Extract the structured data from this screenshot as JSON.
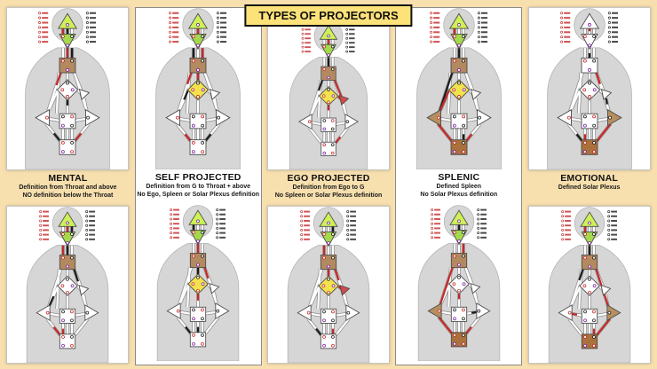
{
  "title": "TYPES OF PROJECTORS",
  "palette": {
    "background": "#f7dfae",
    "banner_bg": "#fde27a",
    "banner_border": "#111111",
    "panel_bg": "#ffffff",
    "panel_border": "#c6c6c6",
    "silhouette": "#d6d6d6",
    "silhouette_stroke": "#b2b2b2",
    "wire_outline": "#8c8c8c",
    "center_stroke": "#4a4a4a",
    "channel_red": "#c62828",
    "channel_black": "#1c1c1c",
    "dot_purple": "#7b1fa2",
    "head": "#cdf157",
    "ajna": "#a5d94c",
    "throat": "#b3895f",
    "g": "#f2e34d",
    "ego": "#d24b4b",
    "spleen": "#b78f5e",
    "solar": "#b78f5e",
    "sacral": "#d04848",
    "root": "#aa713d"
  },
  "columns": [
    {
      "label": "MENTAL",
      "desc": [
        "Definition from Throat and above",
        "NO definition below the Throat"
      ],
      "boxed": false,
      "charts": {
        "top": {
          "defined": [
            "head",
            "ajna",
            "throat"
          ],
          "channels": [
            [
              "hd1",
              "red"
            ],
            [
              "hd2",
              "black"
            ],
            [
              "at2",
              "red"
            ],
            [
              "at3",
              "black"
            ]
          ],
          "stubs": [
            [
              "tsp",
              0,
              0.33,
              "red"
            ],
            [
              "spr",
              0.55,
              1,
              "black"
            ],
            [
              "sor",
              0.55,
              1,
              "red"
            ],
            [
              "gsa",
              0,
              0.4,
              "black"
            ]
          ]
        },
        "bottom": {
          "defined": [
            "head",
            "ajna",
            "throat"
          ],
          "channels": [
            [
              "hd2",
              "red"
            ],
            [
              "hd3",
              "black"
            ],
            [
              "at1",
              "red"
            ],
            [
              "at2",
              "black"
            ]
          ],
          "stubs": [
            [
              "tso",
              0,
              0.33,
              "black"
            ],
            [
              "spr",
              0.5,
              1,
              "red"
            ],
            [
              "sr1",
              0.5,
              1,
              "red"
            ],
            [
              "gsp",
              0.5,
              1,
              "black"
            ]
          ]
        }
      }
    },
    {
      "label": "SELF PROJECTED",
      "desc": [
        "Definition from G to Throat + above",
        "No Ego, Spleen or Solar Plexus definition"
      ],
      "boxed": true,
      "charts": {
        "top": {
          "defined": [
            "head",
            "ajna",
            "throat",
            "g"
          ],
          "channels": [
            [
              "hd2",
              "red"
            ],
            [
              "at1",
              "black"
            ],
            [
              "at3",
              "red"
            ],
            [
              "tg",
              "red"
            ]
          ],
          "stubs": [
            [
              "tsp",
              0,
              0.3,
              "red"
            ],
            [
              "gsp",
              0,
              0.45,
              "black"
            ],
            [
              "spr",
              0.6,
              1,
              "red"
            ],
            [
              "sor",
              0.6,
              1,
              "black"
            ]
          ]
        },
        "bottom": {
          "defined": [
            "head",
            "ajna",
            "throat",
            "g"
          ],
          "channels": [
            [
              "hd1",
              "black"
            ],
            [
              "at2",
              "red"
            ],
            [
              "tg",
              "black"
            ]
          ],
          "stubs": [
            [
              "tso",
              0,
              0.3,
              "red"
            ],
            [
              "gsa",
              0,
              0.5,
              "red"
            ],
            [
              "sr2",
              0.5,
              1,
              "black"
            ],
            [
              "spr",
              0.6,
              1,
              "black"
            ]
          ]
        }
      }
    },
    {
      "label": "EGO PROJECTED",
      "desc": [
        "Definition from Ego to G",
        "No Spleen or Solar Plexus definition"
      ],
      "boxed": false,
      "charts": {
        "top": {
          "defined": [
            "head",
            "ajna",
            "throat",
            "g",
            "ego"
          ],
          "channels": [
            [
              "hd2",
              "red"
            ],
            [
              "at2",
              "black"
            ],
            [
              "egg",
              "red"
            ],
            [
              "egt",
              "red"
            ]
          ],
          "stubs": [
            [
              "tsp",
              0,
              0.3,
              "black"
            ],
            [
              "gsa",
              0,
              0.4,
              "red"
            ],
            [
              "sor",
              0.6,
              1,
              "red"
            ]
          ]
        },
        "bottom": {
          "defined": [
            "head",
            "ajna",
            "throat",
            "g",
            "ego"
          ],
          "channels": [
            [
              "hd3",
              "black"
            ],
            [
              "at1",
              "red"
            ],
            [
              "egg",
              "red"
            ],
            [
              "tg",
              "red"
            ]
          ],
          "stubs": [
            [
              "spr",
              0.6,
              1,
              "black"
            ],
            [
              "tso",
              0,
              0.3,
              "red"
            ],
            [
              "sr3",
              0.5,
              1,
              "red"
            ]
          ]
        }
      }
    },
    {
      "label": "SPLENIC",
      "desc": [
        "Defined Spleen",
        "No Solar Plexus definition"
      ],
      "boxed": true,
      "charts": {
        "top": {
          "defined": [
            "head",
            "ajna",
            "throat",
            "g",
            "spleen",
            "root"
          ],
          "channels": [
            [
              "hd1",
              "red"
            ],
            [
              "at2",
              "black"
            ],
            [
              "tsp",
              "black"
            ],
            [
              "spr",
              "red"
            ],
            [
              "gsp",
              "red"
            ]
          ],
          "stubs": [
            [
              "sor",
              0.6,
              1,
              "red"
            ],
            [
              "sr3",
              0.5,
              1,
              "black"
            ]
          ]
        },
        "bottom": {
          "defined": [
            "head",
            "ajna",
            "throat",
            "spleen",
            "root"
          ],
          "channels": [
            [
              "hd2",
              "black"
            ],
            [
              "at3",
              "red"
            ],
            [
              "tsp",
              "red"
            ],
            [
              "spr",
              "red"
            ]
          ],
          "stubs": [
            [
              "soa",
              0,
              0.5,
              "black"
            ],
            [
              "gsa",
              0,
              0.4,
              "red"
            ],
            [
              "sor",
              0.6,
              1,
              "red"
            ]
          ]
        }
      }
    },
    {
      "label": "EMOTIONAL",
      "desc": [
        "Defined Solar Plexus"
      ],
      "boxed": false,
      "charts": {
        "top": {
          "defined": [
            "solar",
            "root"
          ],
          "channels": [
            [
              "sor",
              "red"
            ]
          ],
          "stubs": [
            [
              "hd2",
              0,
              0.5,
              "red"
            ],
            [
              "at2",
              0.5,
              1,
              "black"
            ],
            [
              "tso",
              0,
              0.3,
              "red"
            ],
            [
              "egs",
              0,
              0.5,
              "black"
            ],
            [
              "sr1",
              0.5,
              1,
              "red"
            ],
            [
              "spr",
              0.6,
              1,
              "black"
            ]
          ]
        },
        "bottom": {
          "defined": [
            "head",
            "ajna",
            "throat",
            "solar",
            "root"
          ],
          "channels": [
            [
              "hd1",
              "red"
            ],
            [
              "at2",
              "black"
            ],
            [
              "tso",
              "red"
            ],
            [
              "sor",
              "red"
            ]
          ],
          "stubs": [
            [
              "tsp",
              0,
              0.3,
              "black"
            ],
            [
              "sr3",
              0.5,
              1,
              "red"
            ],
            [
              "spa",
              0,
              0.5,
              "red"
            ]
          ]
        }
      }
    }
  ]
}
